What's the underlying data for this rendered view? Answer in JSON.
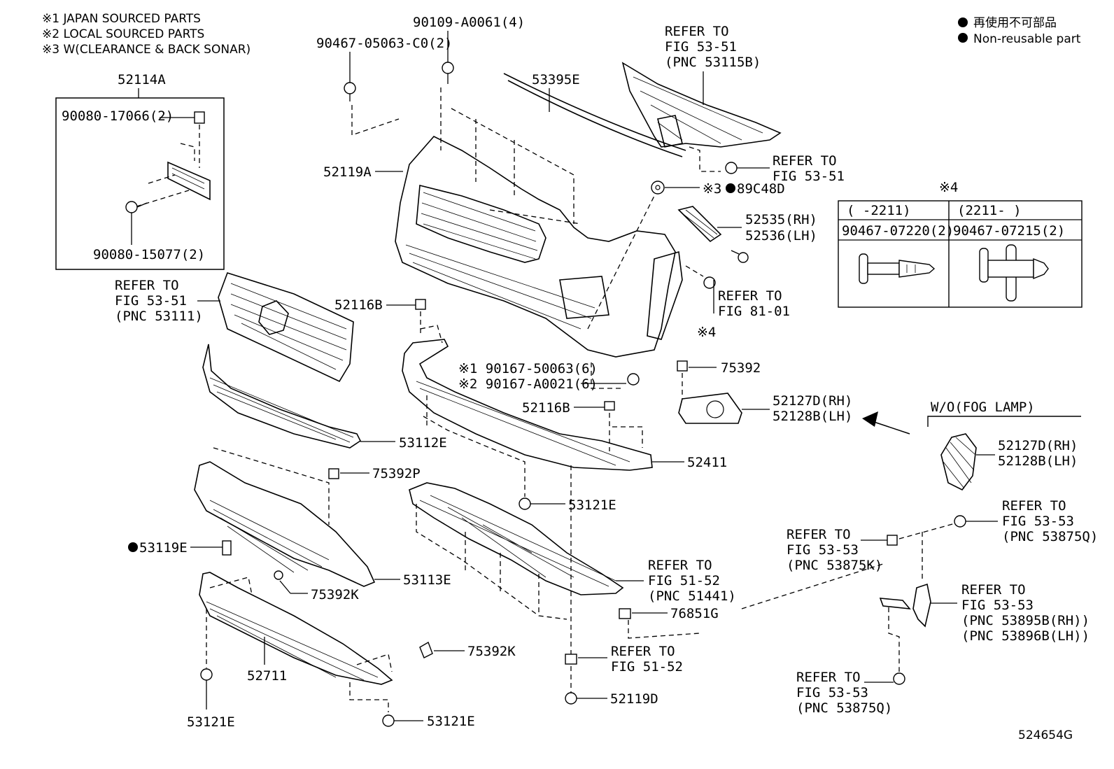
{
  "notes": {
    "n1": "※1 JAPAN SOURCED PARTS",
    "n2": "※2 LOCAL SOURCED PARTS",
    "n3": "※3 W(CLEARANCE & BACK SONAR)"
  },
  "legend": {
    "jp": "再使用不可部品",
    "en": "Non-reusable part"
  },
  "figure_id": "524654G",
  "inset_bracket": {
    "title": "52114A",
    "p1": "90080-17066(2)",
    "p2": "90080-15077(2)"
  },
  "clip_table": {
    "mark": "※4",
    "col1_head": "(      -2211)",
    "col2_head": "(2211-      )",
    "col1_part": "90467-07220(2)",
    "col2_part": "90467-07215(2)"
  },
  "fog_variant": {
    "heading": "W/O(FOG LAMP)",
    "rh": "52127D(RH)",
    "lh": "52128B(LH)"
  },
  "labels": {
    "p90109": "90109-A0061(4)",
    "p90467": "90467-05063-C0(2)",
    "p53395E": "53395E",
    "refer_fig5351_a1": "REFER TO",
    "refer_fig5351_a2": "FIG 53-51",
    "refer_fig5351_a3": "(PNC 53115B)",
    "refer_fig5351_b1": "REFER TO",
    "refer_fig5351_b2": "FIG 53-51",
    "p52119A": "52119A",
    "mark3": "※3",
    "p89C48D": "89C48D",
    "p52535": "52535(RH)",
    "p52536": "52536(LH)",
    "refer_fig8101_1": "REFER TO",
    "refer_fig8101_2": "FIG 81-01",
    "mark4": "※4",
    "refer_grille_1": "REFER TO",
    "refer_grille_2": "FIG 53-51",
    "refer_grille_3": "(PNC 53111)",
    "p52116B_a": "52116B",
    "p90167_1": "※1 90167-50063(6)",
    "p90167_2": "※2 90167-A0021(6)",
    "p52116B_b": "52116B",
    "p75392": "75392",
    "p52127D": "52127D(RH)",
    "p52128B": "52128B(LH)",
    "p53112E": "53112E",
    "p52411": "52411",
    "p75392P": "75392P",
    "p53121E_a": "53121E",
    "p53119E": "53119E",
    "p53113E": "53113E",
    "p75392K_a": "75392K",
    "refer_fig5152_a1": "REFER TO",
    "refer_fig5152_a2": "FIG 51-52",
    "refer_fig5152_a3": "(PNC 51441)",
    "p76851G": "76851G",
    "refer_fig5152_b1": "REFER TO",
    "refer_fig5152_b2": "FIG 51-52",
    "p52711": "52711",
    "p75392K_b": "75392K",
    "p52119D": "52119D",
    "p53121E_b": "53121E",
    "p53121E_c": "53121E",
    "refer_5353_a1": "REFER TO",
    "refer_5353_a2": "FIG 53-53",
    "refer_5353_a3": "(PNC 53875K)",
    "refer_5353_b1": "REFER TO",
    "refer_5353_b2": "FIG 53-53",
    "refer_5353_b3": "(PNC 53875Q)",
    "refer_5353_c1": "REFER TO",
    "refer_5353_c2": "FIG 53-53",
    "refer_5353_c3": "(PNC 53895B(RH))",
    "refer_5353_c4": "(PNC 53896B(LH))",
    "refer_5353_d1": "REFER TO",
    "refer_5353_d2": "FIG 53-53",
    "refer_5353_d3": "(PNC 53875Q)"
  }
}
